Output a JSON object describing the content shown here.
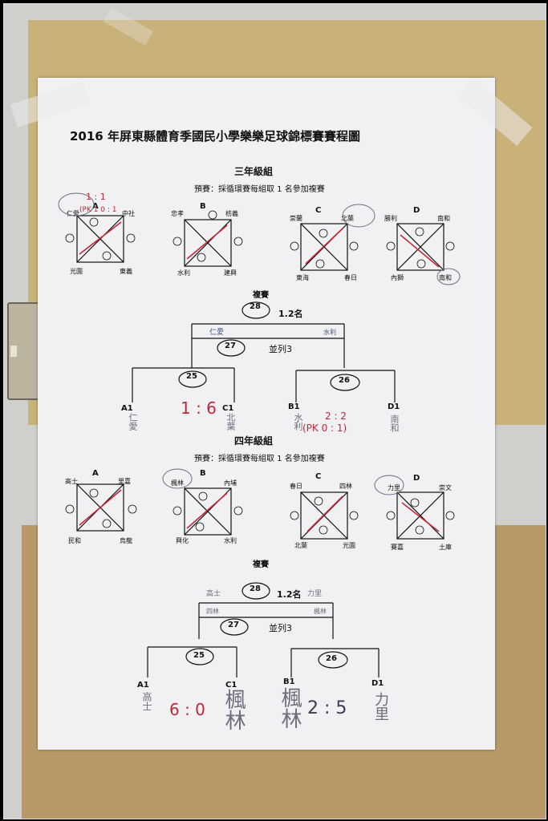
{
  "poster": {
    "title": "2016 年屏東縣體育季國民小學樂樂足球錦標賽賽程圖",
    "grade3": {
      "title": "三年級組",
      "rule": "預賽：採循環賽每組取 1 名參加複賽",
      "final_label": "複賽",
      "match_28": "28",
      "place_label": "1.2名",
      "match_27": "27",
      "tie_note": "並列3",
      "match_25": "25",
      "match_26": "26",
      "seeds": [
        "A1",
        "C1",
        "B1",
        "D1"
      ],
      "score_25": "1 : 6",
      "score_26": "2 : 2",
      "score_26_pk": "(PK 0 : 1)",
      "groups": [
        {
          "letter": "A",
          "top_left": "仁愛",
          "top_right": "中社",
          "bottom_left": "光園",
          "bottom_right": "東義",
          "scribble": "1 : 1",
          "pk_note": "(PK 1 0 : 1"
        },
        {
          "letter": "B",
          "top_left": "忠孝",
          "top_right": "枋義",
          "bottom_left": "水利",
          "bottom_right": "建興"
        },
        {
          "letter": "C",
          "top_left": "崇蘭",
          "top_right": "北葉",
          "bottom_left": "東海",
          "bottom_right": "春日"
        },
        {
          "letter": "D",
          "top_left": "勝利",
          "top_right": "南和",
          "bottom_left": "內獅",
          "bottom_right": "南和"
        }
      ]
    },
    "grade4": {
      "title": "四年級組",
      "rule": "預賽：採循環賽每組取 1 名參加複賽",
      "final_label": "複賽",
      "match_28": "28",
      "place_label": "1.2名",
      "match_27": "27",
      "tie_note": "並列3",
      "match_25": "25",
      "match_26": "26",
      "seeds": [
        "A1",
        "C1",
        "B1",
        "D1"
      ],
      "score_25": "6 : 0",
      "score_26": "2 : 5",
      "groups": [
        {
          "letter": "A",
          "top_left": "高士",
          "top_right": "里嘉",
          "bottom_left": "民和",
          "bottom_right": "烏龍"
        },
        {
          "letter": "B",
          "top_left": "楓林",
          "top_right": "內埔",
          "bottom_left": "興化",
          "bottom_right": "水利"
        },
        {
          "letter": "C",
          "top_left": "春日",
          "top_right": "四林",
          "bottom_left": "北葉",
          "bottom_right": "光園"
        },
        {
          "letter": "D",
          "top_left": "力里",
          "top_right": "崇文",
          "bottom_left": "賽嘉",
          "bottom_right": "土庫"
        }
      ]
    },
    "handwritten": {
      "g3_a1": "仁愛",
      "g3_c1": "北葉",
      "g3_b1": "水利",
      "g3_d1": "南和",
      "g3_upper_left": "仁愛",
      "g3_upper_right": "水利",
      "g4_a1": "高士",
      "g4_c1": "楓林",
      "g4_b1": "楓林",
      "g4_d1": "力里",
      "g4_upper_left_a": "高士",
      "g4_upper_left_b": "四林",
      "g4_upper_right_a": "力里",
      "g4_upper_right_b": "楓林"
    }
  },
  "colors": {
    "ink_red": "#c2263a",
    "ink_blue": "#43528a",
    "poster": "#f1f1f3",
    "board_yellow": "#c9b27a",
    "board_brown": "#b89868"
  }
}
